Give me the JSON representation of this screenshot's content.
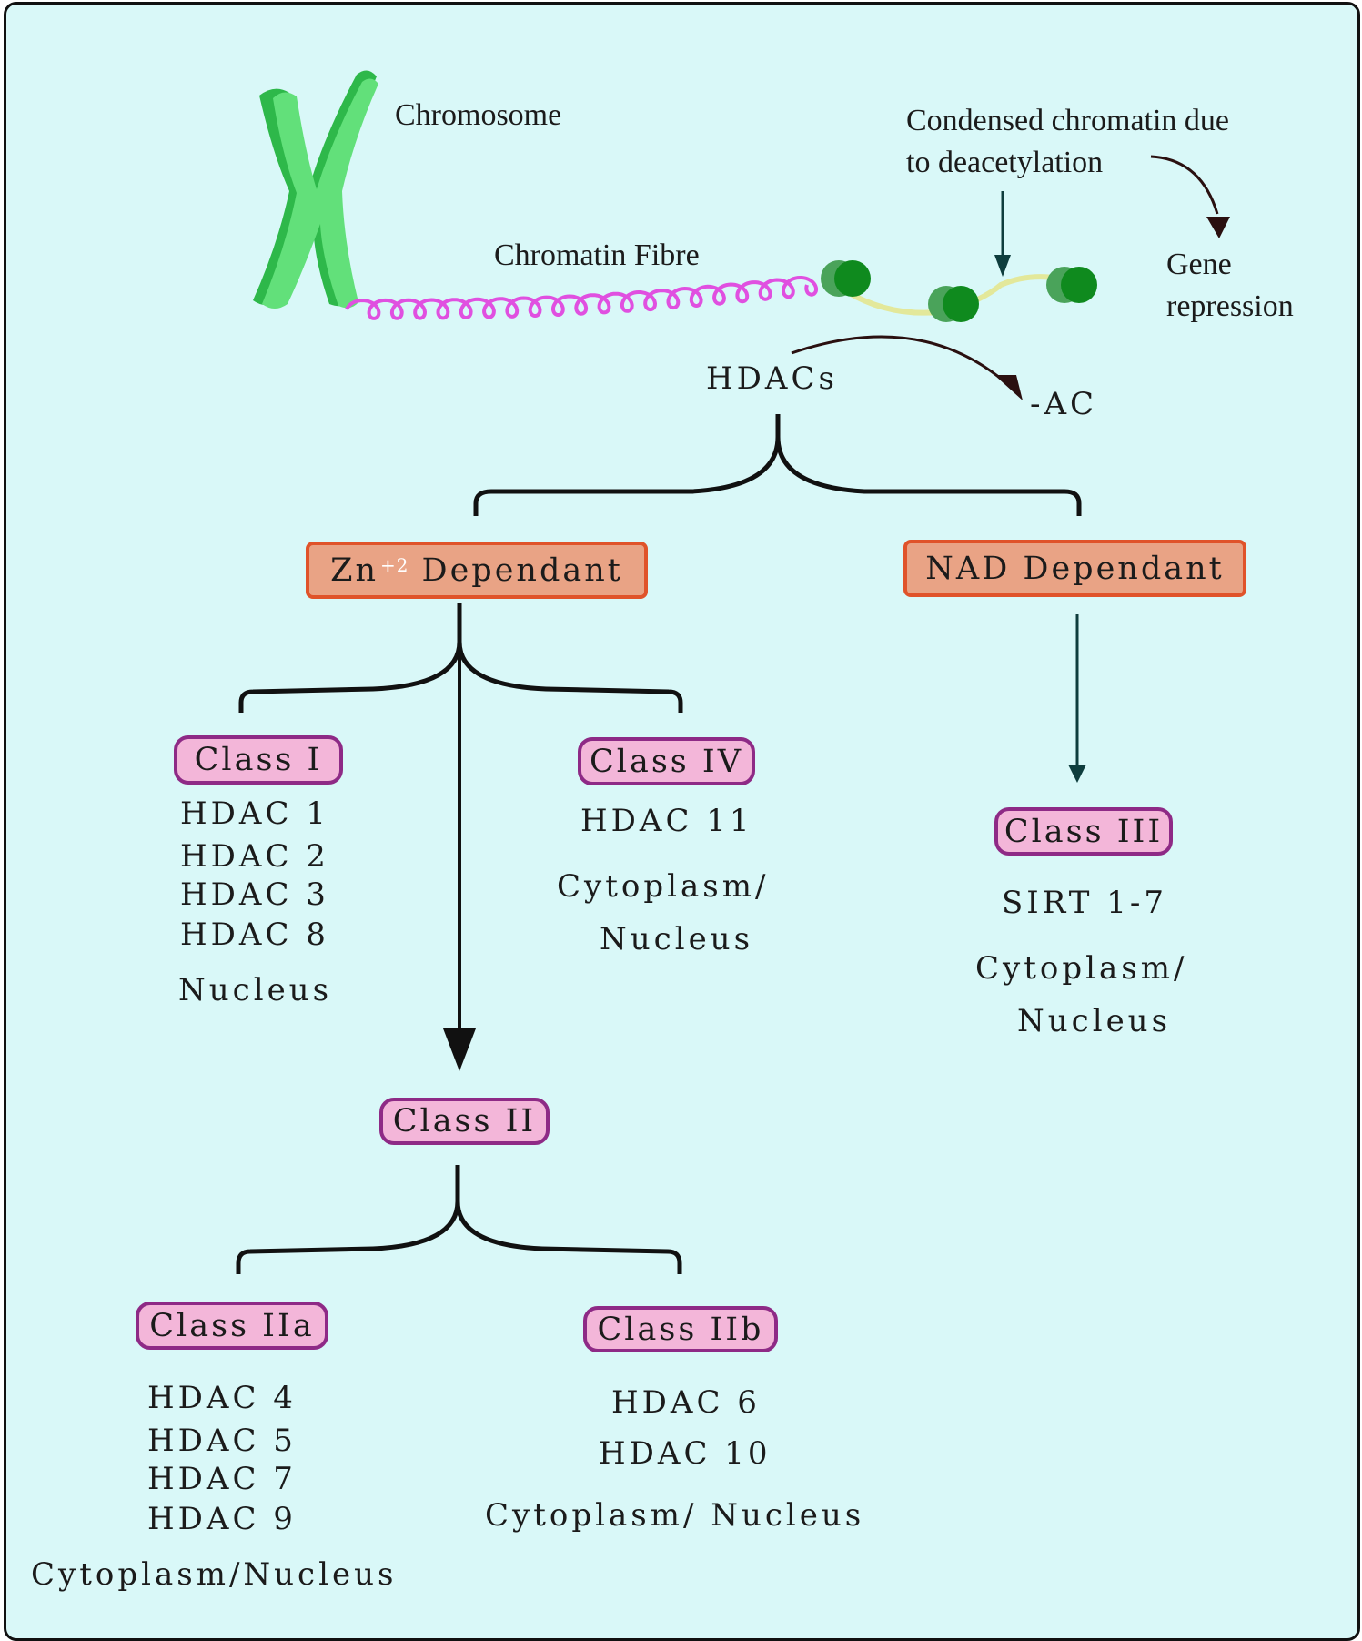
{
  "top": {
    "chromosome_label": "Chromosome",
    "chromatin_fibre_label": "Chromatin Fibre",
    "condensed_line1": "Condensed chromatin due",
    "condensed_line2": "to deacetylation",
    "gene_line1": "Gene",
    "gene_line2": "repression",
    "hdacs_label": "HDACs",
    "ac_label": "-AC"
  },
  "zn_box": {
    "prefix": "Zn",
    "superscript": "+2",
    "suffix": "Dependant"
  },
  "nad_box": {
    "label": "NAD Dependant"
  },
  "class_i": {
    "label": "Class I",
    "members": [
      "HDAC 1",
      "HDAC 2",
      "HDAC 3",
      "HDAC 8"
    ],
    "location": "Nucleus"
  },
  "class_iv": {
    "label": "Class IV",
    "members": [
      "HDAC 11"
    ],
    "location_line1": "Cytoplasm/",
    "location_line2": "Nucleus"
  },
  "class_iii": {
    "label": "Class III",
    "members": [
      "SIRT 1-7"
    ],
    "location_line1": "Cytoplasm/",
    "location_line2": "Nucleus"
  },
  "class_ii": {
    "label": "Class II"
  },
  "class_iia": {
    "label": "Class IIa",
    "members": [
      "HDAC 4",
      "HDAC 5",
      "HDAC 7",
      "HDAC 9"
    ],
    "location": "Cytoplasm/Nucleus"
  },
  "class_iib": {
    "label": "Class IIb",
    "members": [
      "HDAC 6",
      "HDAC 10"
    ],
    "location": "Cytoplasm/ Nucleus"
  },
  "colors": {
    "background": "#d9f8f8",
    "chromosome": "#62e07a",
    "chromatin_fibre": "#e050e0",
    "nucleosome": "#0f8a1e",
    "orange_box": "#e9a385",
    "pink_box": "#f3b6d9"
  }
}
